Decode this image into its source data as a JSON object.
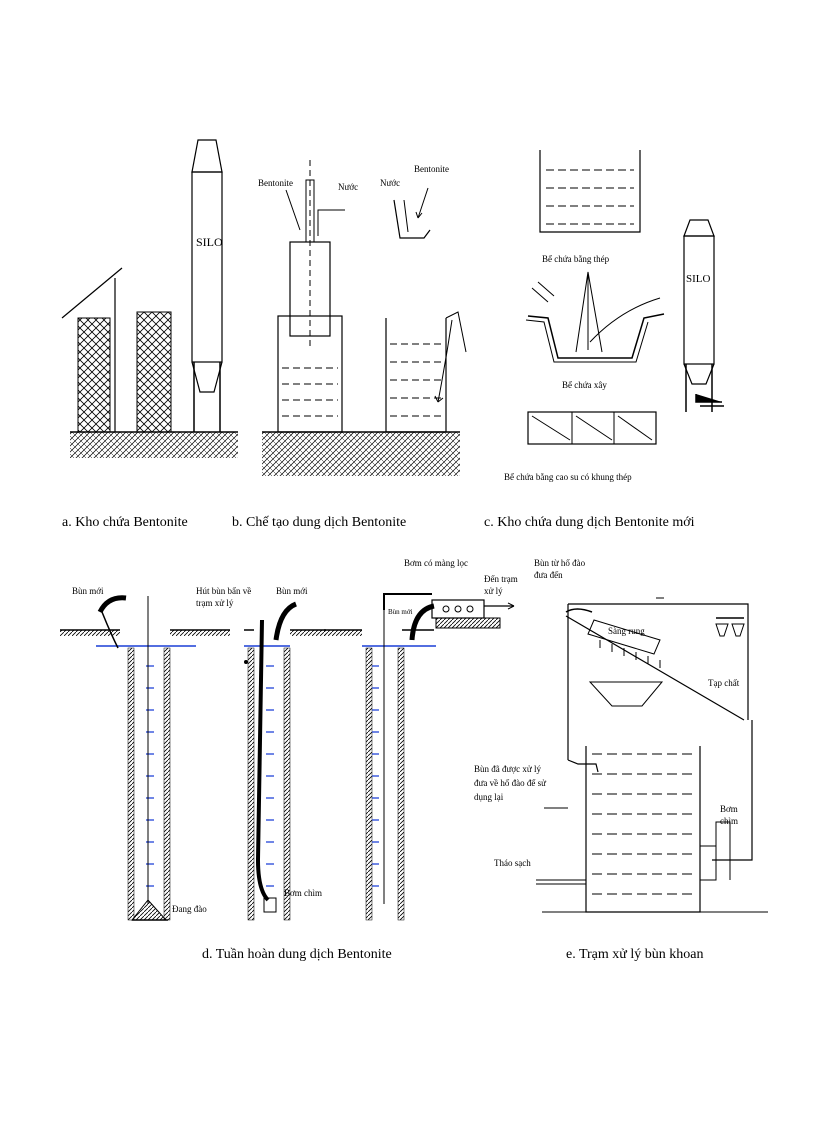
{
  "panels": {
    "a": {
      "caption": "a. Kho chứa Bentonite",
      "silo_label": "SILO"
    },
    "b": {
      "caption": "b. Chế tạo dung dịch Bentonite",
      "bentonite_left": "Bentonite",
      "water_left": "Nước",
      "water_right": "Nước",
      "bentonite_right": "Bentonite"
    },
    "c": {
      "caption": "c. Kho chứa dung dịch Bentonite mới",
      "steel_tank": "Bể chứa bằng thép",
      "masonry_tank": "Bể chứa xây",
      "rubber_tank": "Bể chứa bằng cao su có khung thép",
      "silo_label": "SILO"
    },
    "d": {
      "caption": "d. Tuần hoàn dung dịch Bentonite",
      "fresh_mud_1": "Bùn mới",
      "suck_dirty_1": "Hút bùn bẩn về",
      "suck_dirty_2": "trạm xử lý",
      "fresh_mud_2": "Bùn mới",
      "filter_pump": "Bơm có màng lọc",
      "to_station_1": "Đến trạm",
      "to_station_2": "xử lý",
      "fresh_mud_3": "Bùn mới",
      "digging": "Đang đào",
      "submersible": "Bơm chìm"
    },
    "e": {
      "caption": "e. Trạm xử lý bùn khoan",
      "mud_from_pit_1": "Bùn từ hố đào",
      "mud_from_pit_2": "đưa đến",
      "vibrating_screen": "Sàng rung",
      "impurities": "Tạp chất",
      "treated_1": "Bùn đã được xử lý",
      "treated_2": "đưa về hố đào để sử",
      "treated_3": "dụng lại",
      "pump_1": "Bơm",
      "pump_2": "chìm",
      "clean_discharge": "Tháo sạch"
    }
  }
}
